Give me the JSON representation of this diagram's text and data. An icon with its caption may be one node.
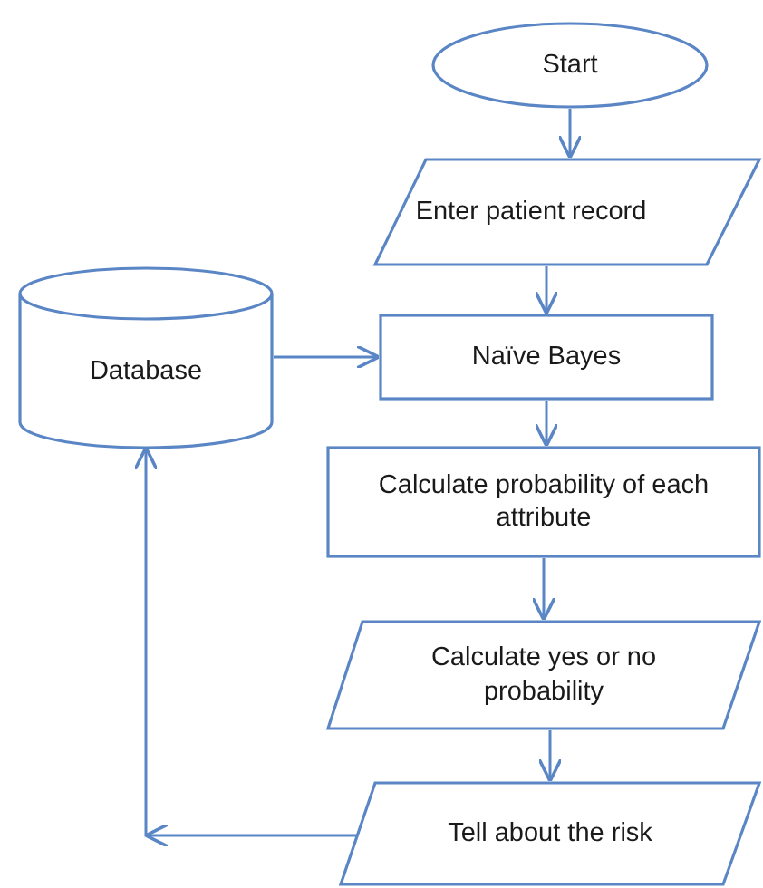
{
  "diagram": {
    "nodes": [
      {
        "text": [
          "Start"
        ]
      },
      {
        "text": [
          "Enter patient record"
        ]
      },
      {
        "text": [
          "Database"
        ]
      },
      {
        "text": [
          "Naïve Bayes"
        ]
      },
      {
        "text": [
          "Calculate probability of each attribute"
        ]
      },
      {
        "text": [
          "Calculate yes or no probability"
        ]
      },
      {
        "text": [
          "Tell about the risk"
        ]
      }
    ],
    "edges": [
      {
        "from": 0,
        "to": 1,
        "arrow": "to"
      },
      {
        "from": 1,
        "to": 3,
        "arrow": "to"
      },
      {
        "from": 2,
        "to": 3,
        "arrow": "to"
      },
      {
        "from": 3,
        "to": 4,
        "arrow": "to"
      },
      {
        "from": 4,
        "to": 5,
        "arrow": "to"
      },
      {
        "from": 5,
        "to": 6,
        "arrow": "to"
      },
      {
        "from": 6,
        "to": 2,
        "arrow": "to"
      }
    ]
  }
}
